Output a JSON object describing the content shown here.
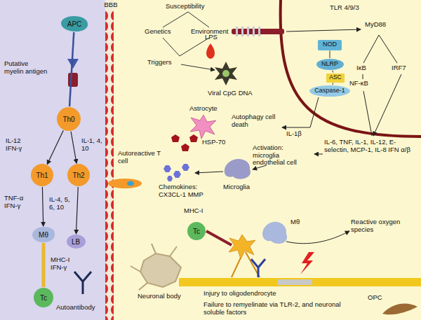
{
  "diagram": {
    "nodes": [
      {
        "text": [
          "APC"
        ]
      },
      {
        "text": [
          "Th0"
        ]
      },
      {
        "text": [
          "Th1"
        ]
      },
      {
        "text": [
          "Th2"
        ]
      },
      {
        "text": [
          "Mθ"
        ]
      },
      {
        "text": [
          "LB"
        ]
      },
      {
        "text": [
          "Tc"
        ]
      },
      {
        "text": [
          "NOD"
        ]
      },
      {
        "text": [
          "NLRP"
        ]
      },
      {
        "text": [
          "ASC"
        ]
      },
      {
        "text": [
          "Caspase-1"
        ]
      },
      {
        "text": [
          "Tc"
        ]
      }
    ],
    "edges": [
      {
        "from": 0,
        "to": 1,
        "arrow": "none"
      },
      {
        "from": 1,
        "to": 2,
        "arrow": "to"
      },
      {
        "from": 1,
        "to": 3,
        "arrow": "to"
      },
      {
        "from": 2,
        "to": 4,
        "arrow": "to"
      },
      {
        "from": 3,
        "to": 5,
        "arrow": "to"
      },
      {
        "from": 4,
        "to": 6,
        "arrow": "none"
      },
      {
        "from": 7,
        "to": 8,
        "arrow": "none"
      },
      {
        "from": 8,
        "to": 9,
        "arrow": "none"
      },
      {
        "from": 9,
        "to": 10,
        "arrow": "none"
      }
    ],
    "labels": [
      "Putative myelin antigen",
      "IL-12 IFN-γ",
      "IL-1, 4, 10",
      "TNF-α IFN-γ",
      "IL-4, 5, 6, 10",
      "MHC-I IFN-γ",
      "Autoantibody",
      "BBB",
      "Autoreactive T cell",
      "Susceptibility",
      "Genetics",
      "Environment",
      "Triggers",
      "LPS",
      "TLR 4/9/3",
      "MyD88",
      "IκB",
      "IRF7",
      "NF-κB",
      "Viral CpG DNA",
      "Astrocyte",
      "Autophagy cell death",
      "IL-1β",
      "HSP-70",
      "Activation: microglia endothelial cell",
      "IL-6, TNF, IL-1, IL-12, E-selectin, MCP-1, IL-8 IFN α/β",
      "Chemokines: CX3CL-1 MMP",
      "Microglia",
      "MHC-I",
      "Mθ",
      "Reactive oxygen species",
      "Neuronal body",
      "Injury to oligodendrocyte",
      "OPC",
      "Failure to remyelinate via TLR-2, and neuronal soluble factors"
    ]
  }
}
